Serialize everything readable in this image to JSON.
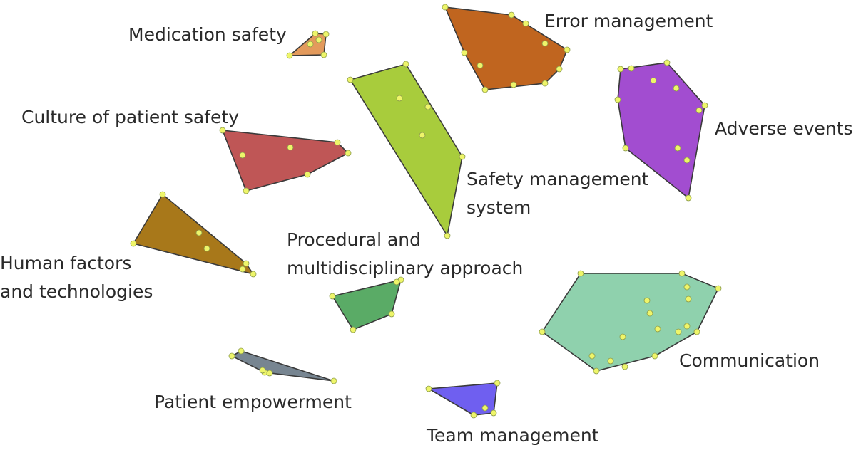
{
  "clusters": [
    {
      "id": "medication-safety",
      "label": [
        "Medication safety"
      ],
      "color": "#e39a5c"
    },
    {
      "id": "error-management",
      "label": [
        "Error management"
      ],
      "color": "#c0651f"
    },
    {
      "id": "adverse-events",
      "label": [
        "Adverse events"
      ],
      "color": "#a24dd0"
    },
    {
      "id": "culture-of-patient-safety",
      "label": [
        "Culture of patient safety"
      ],
      "color": "#bf5656"
    },
    {
      "id": "safety-management-system",
      "label": [
        "Safety management",
        "system"
      ],
      "color": "#a8cc3c"
    },
    {
      "id": "human-factors-and-technologies",
      "label": [
        "Human factors",
        "and technologies"
      ],
      "color": "#a8781a"
    },
    {
      "id": "procedural-and-multidisciplinary-approach",
      "label": [
        "Procedural and",
        "multidisciplinary approach"
      ],
      "color": "#5aab66"
    },
    {
      "id": "communication",
      "label": [
        "Communication"
      ],
      "color": "#8fd1ad"
    },
    {
      "id": "patient-empowerment",
      "label": [
        "Patient empowerment"
      ],
      "color": "#778591"
    },
    {
      "id": "team-management",
      "label": [
        "Team management"
      ],
      "color": "#6f5ff0"
    }
  ]
}
